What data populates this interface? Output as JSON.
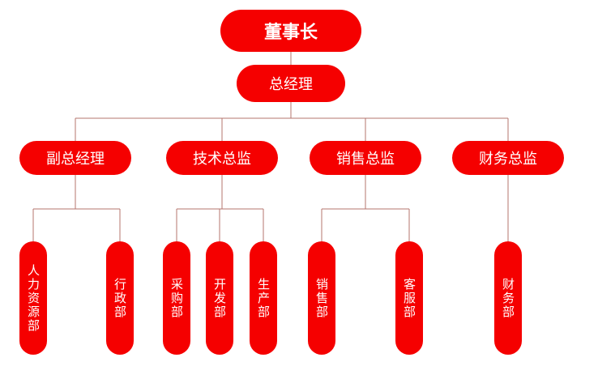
{
  "org": {
    "ceo": "董事长",
    "gm": "总经理",
    "heads": [
      {
        "label": "副总经理",
        "depts": [
          "人力资源部",
          "行政部"
        ]
      },
      {
        "label": "技术总监",
        "depts": [
          "采购部",
          "开发部",
          "生产部"
        ]
      },
      {
        "label": "销售总监",
        "depts": [
          "销售部",
          "客服部"
        ]
      },
      {
        "label": "财务总监",
        "depts": [
          "财务部"
        ]
      }
    ]
  },
  "colors": {
    "node": "#f50000",
    "text": "#ffffff",
    "line": "#b4746e"
  }
}
